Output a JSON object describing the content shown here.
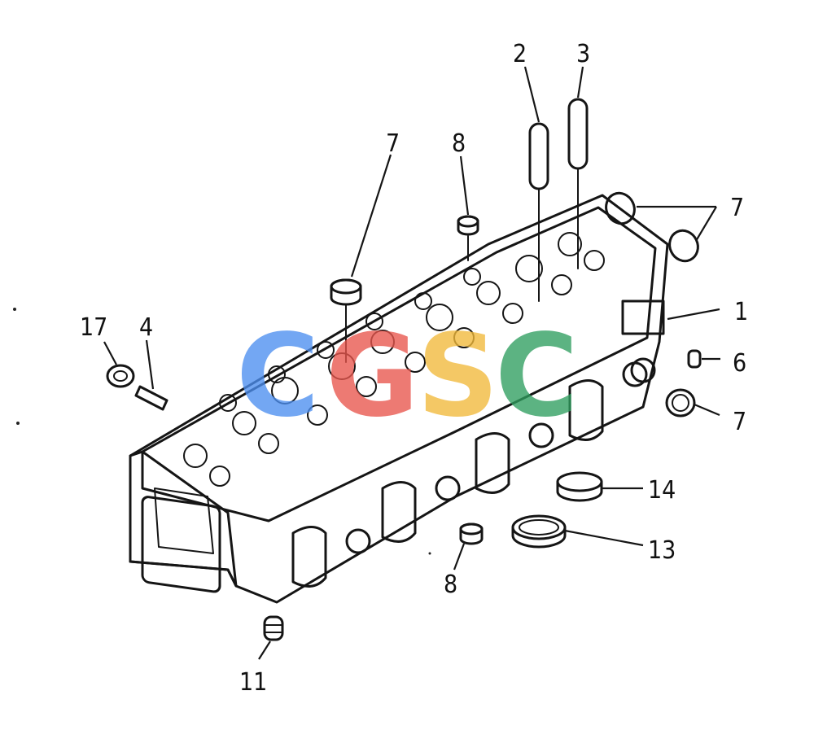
{
  "diagram": {
    "callouts": {
      "c1": "1",
      "c2": "2",
      "c3": "3",
      "c4": "4",
      "c6": "6",
      "c7_top": "7",
      "c7_right_top": "7",
      "c7_right": "7",
      "c8_top": "8",
      "c8_bottom": "8",
      "c11": "11",
      "c13": "13",
      "c14": "14",
      "c17": "17"
    },
    "watermark": {
      "text": "CGSC",
      "colors": [
        "#4d8ff0",
        "#e8564d",
        "#f2b93a",
        "#2f9e5f"
      ]
    }
  }
}
